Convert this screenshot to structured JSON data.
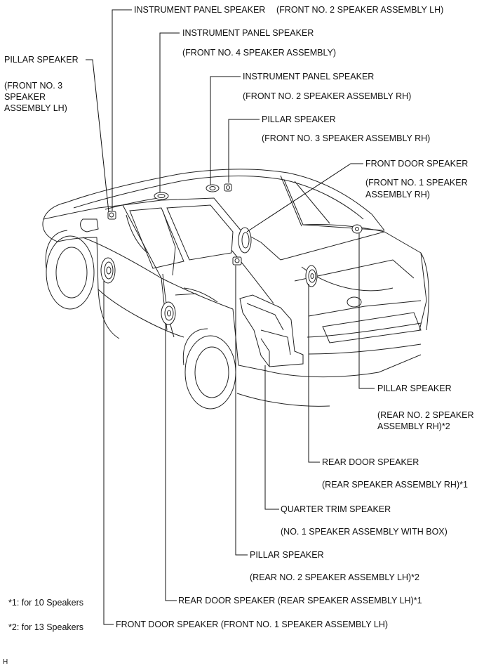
{
  "labels": {
    "ip_lh_name": "INSTRUMENT PANEL SPEAKER",
    "ip_lh_part": "(FRONT NO. 2 SPEAKER ASSEMBLY LH)",
    "ip_center_name": "INSTRUMENT PANEL SPEAKER",
    "ip_center_part": "(FRONT NO. 4 SPEAKER ASSEMBLY)",
    "ip_rh_name": "INSTRUMENT PANEL SPEAKER",
    "ip_rh_part": "(FRONT NO. 2 SPEAKER ASSEMBLY RH)",
    "pillar_front_rh_name": "PILLAR SPEAKER",
    "pillar_front_rh_part": "(FRONT NO. 3 SPEAKER ASSEMBLY RH)",
    "pillar_front_lh_name": "PILLAR SPEAKER",
    "pillar_front_lh_part": "(FRONT NO. 3\nSPEAKER\nASSEMBLY LH)",
    "front_door_rh_name": "FRONT DOOR SPEAKER",
    "front_door_rh_part": "(FRONT NO. 1 SPEAKER\nASSEMBLY RH)",
    "pillar_rear_rh_name": "PILLAR SPEAKER",
    "pillar_rear_rh_part": "(REAR NO. 2 SPEAKER\nASSEMBLY RH)*2",
    "rear_door_rh_name": "REAR DOOR SPEAKER",
    "rear_door_rh_part": "(REAR SPEAKER ASSEMBLY RH)*1",
    "quarter_trim_name": "QUARTER TRIM SPEAKER",
    "quarter_trim_part": "(NO. 1 SPEAKER ASSEMBLY WITH BOX)",
    "pillar_rear_lh_name": "PILLAR SPEAKER",
    "pillar_rear_lh_part": "(REAR NO. 2 SPEAKER ASSEMBLY LH)*2",
    "rear_door_lh": "REAR DOOR SPEAKER  (REAR SPEAKER ASSEMBLY LH)*1",
    "front_door_lh": "FRONT DOOR SPEAKER  (FRONT NO. 1 SPEAKER ASSEMBLY LH)"
  },
  "notes": {
    "note1": "*1: for 10 Speakers",
    "note2": "*2: for 13 Speakers"
  },
  "corner_mark": "H"
}
